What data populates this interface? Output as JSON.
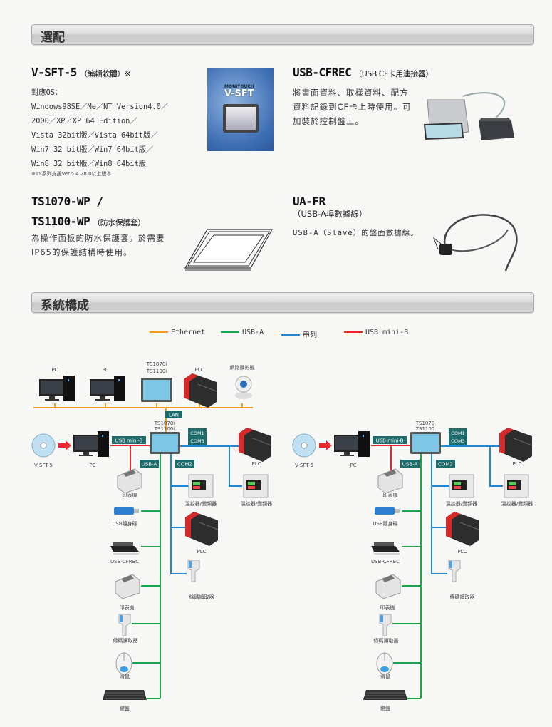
{
  "sections": {
    "options_title": "選配",
    "system_title": "系統構成"
  },
  "vsft": {
    "title": "V-SFT-5",
    "subtitle": "（編輯軟體）※",
    "lines": [
      "對應OS：",
      "Windows98SE／Me／NT Version4.0／",
      "2000／XP／XP 64 Edition／",
      "Vista 32bit版／Vista 64bit版／",
      "Win7 32 bit版／Win7 64bit版／",
      "Win8 32 bit版／Win8 64bit版"
    ],
    "note": "※TS系列支援Ver.5.4.28.0以上版本",
    "box_logo": "MONITOUCH",
    "box_name": "V-SFT"
  },
  "usbcfrec": {
    "title": "USB-CFREC",
    "subtitle": "（USB CF卡用連接器）",
    "lines": [
      "將畫面資料、取樣資料、配方",
      "資料記錄到CF卡上時使用。可",
      "加裝於控制盤上。"
    ]
  },
  "wp": {
    "title1": "TS1070-WP /",
    "title2": "TS1100-WP",
    "subtitle": "（防水保護套）",
    "lines": [
      "為操作面板的防水保護套。於需要",
      "IP65的保護結構時使用。"
    ]
  },
  "uafr": {
    "title": "UA-FR",
    "subtitle": "（USB-A埠數據線）",
    "lines": [
      "USB-A（Slave）的盤面數據線。"
    ]
  },
  "legend": {
    "items": [
      {
        "label": "Ethernet",
        "color": "#f39a1e"
      },
      {
        "label": "USB-A",
        "color": "#1aa64a"
      },
      {
        "label": "串列",
        "color": "#1e88d8"
      },
      {
        "label": "USB mini-B",
        "color": "#e8262b"
      }
    ]
  },
  "network": {
    "pc1": "PC",
    "pc2": "PC",
    "ts1": "TS1070i",
    "ts2": "TS1100i",
    "plc": "PLC",
    "camera": "網路攝影機",
    "lan": "LAN"
  },
  "diagrams": [
    {
      "ts1": "TS1070i",
      "ts2": "TS1100i",
      "vsft": "V-SFT-5",
      "pc": "PC",
      "usbmini": "USB mini-B",
      "com1": "COM1",
      "com3": "COM3",
      "com2": "COM2",
      "usba": "USB-A",
      "plc": "PLC",
      "printer": "印表機",
      "temp1": "溫控器/變頻器",
      "temp2": "溫控器/變頻器",
      "usbstick": "USB隨身碟",
      "plc2": "PLC",
      "cfrec": "USB-CFREC",
      "barcode1": "條碼讀取器",
      "printer2": "印表機",
      "barcode2": "條碼讀取器",
      "mouse": "滑鼠",
      "keyboard": "鍵盤"
    },
    {
      "ts1": "TS1070",
      "ts2": "TS1100",
      "vsft": "V-SFT-5",
      "pc": "PC",
      "usbmini": "USB mini-B",
      "com1": "COM1",
      "com3": "COM3",
      "com2": "COM2",
      "usba": "USB-A",
      "plc": "PLC",
      "printer": "印表機",
      "temp1": "溫控器/變頻器",
      "temp2": "溫控器/變頻器",
      "usbstick": "USB隨身碟",
      "plc2": "PLC",
      "cfrec": "USB-CFREC",
      "barcode1": "條碼讀取器",
      "printer2": "印表機",
      "barcode2": "條碼讀取器",
      "mouse": "滑鼠",
      "keyboard": "鍵盤"
    }
  ]
}
